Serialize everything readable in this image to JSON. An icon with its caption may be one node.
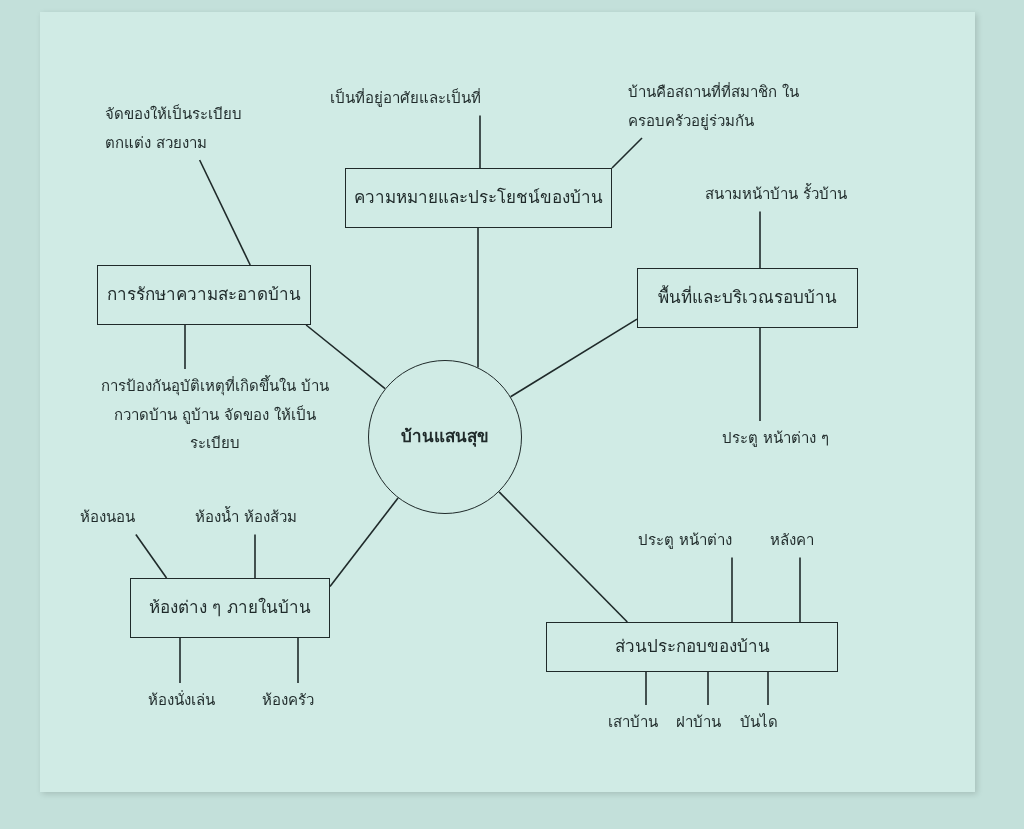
{
  "diagram": {
    "nodes": [
      {
        "text": [
          "บ้านแสนสุข"
        ]
      },
      {
        "text": [
          "ความหมายและประโยชน์ของบ้าน"
        ]
      },
      {
        "text": [
          "เป็นที่อยู่อาศัยและเป็นที่"
        ]
      },
      {
        "text": [
          "บ้านคือสถานที่ที่สมาชิก ในครอบครัวอยู่ร่วมกัน"
        ]
      },
      {
        "text": [
          "การรักษาความสะอาดบ้าน"
        ]
      },
      {
        "text": [
          "จัดของให้เป็นระเบียบ ตกแต่ง สวยงาม"
        ]
      },
      {
        "text": [
          "การป้องกันอุบัติเหตุที่เกิดขึ้นใน บ้าน กวาดบ้าน ถูบ้าน จัดของ ให้เป็นระเบียบ"
        ]
      },
      {
        "text": [
          "พื้นที่และบริเวณรอบบ้าน"
        ]
      },
      {
        "text": [
          "สนามหน้าบ้าน รั้วบ้าน"
        ]
      },
      {
        "text": [
          "ประตู หน้าต่าง ๆ"
        ]
      },
      {
        "text": [
          "ห้องต่าง ๆ ภายในบ้าน"
        ]
      },
      {
        "text": [
          "ห้องนอน"
        ]
      },
      {
        "text": [
          "ห้องน้ำ ห้องส้วม"
        ]
      },
      {
        "text": [
          "ห้องนั่งเล่น"
        ]
      },
      {
        "text": [
          "ห้องครัว"
        ]
      },
      {
        "text": [
          "ส่วนประกอบของบ้าน"
        ]
      },
      {
        "text": [
          "ประตู หน้าต่าง"
        ]
      },
      {
        "text": [
          "หลังคา"
        ]
      },
      {
        "text": [
          "เสาบ้าน"
        ]
      },
      {
        "text": [
          "ฝาบ้าน"
        ]
      },
      {
        "text": [
          "บันได"
        ]
      }
    ],
    "edges": [
      {
        "from": 0,
        "to": 1,
        "arrow": "none"
      },
      {
        "from": 0,
        "to": 4,
        "arrow": "none"
      },
      {
        "from": 0,
        "to": 7,
        "arrow": "none"
      },
      {
        "from": 0,
        "to": 10,
        "arrow": "none"
      },
      {
        "from": 0,
        "to": 15,
        "arrow": "none"
      },
      {
        "from": 1,
        "to": 2,
        "arrow": "none"
      },
      {
        "from": 1,
        "to": 3,
        "arrow": "none"
      },
      {
        "from": 4,
        "to": 5,
        "arrow": "none"
      },
      {
        "from": 4,
        "to": 6,
        "arrow": "none"
      },
      {
        "from": 7,
        "to": 8,
        "arrow": "none"
      },
      {
        "from": 7,
        "to": 9,
        "arrow": "none"
      },
      {
        "from": 10,
        "to": 11,
        "arrow": "none"
      },
      {
        "from": 10,
        "to": 12,
        "arrow": "none"
      },
      {
        "from": 10,
        "to": 13,
        "arrow": "none"
      },
      {
        "from": 10,
        "to": 14,
        "arrow": "none"
      },
      {
        "from": 15,
        "to": 16,
        "arrow": "none"
      },
      {
        "from": 15,
        "to": 17,
        "arrow": "none"
      },
      {
        "from": 15,
        "to": 18,
        "arrow": "none"
      },
      {
        "from": 15,
        "to": 19,
        "arrow": "none"
      },
      {
        "from": 15,
        "to": 20,
        "arrow": "none"
      }
    ]
  }
}
